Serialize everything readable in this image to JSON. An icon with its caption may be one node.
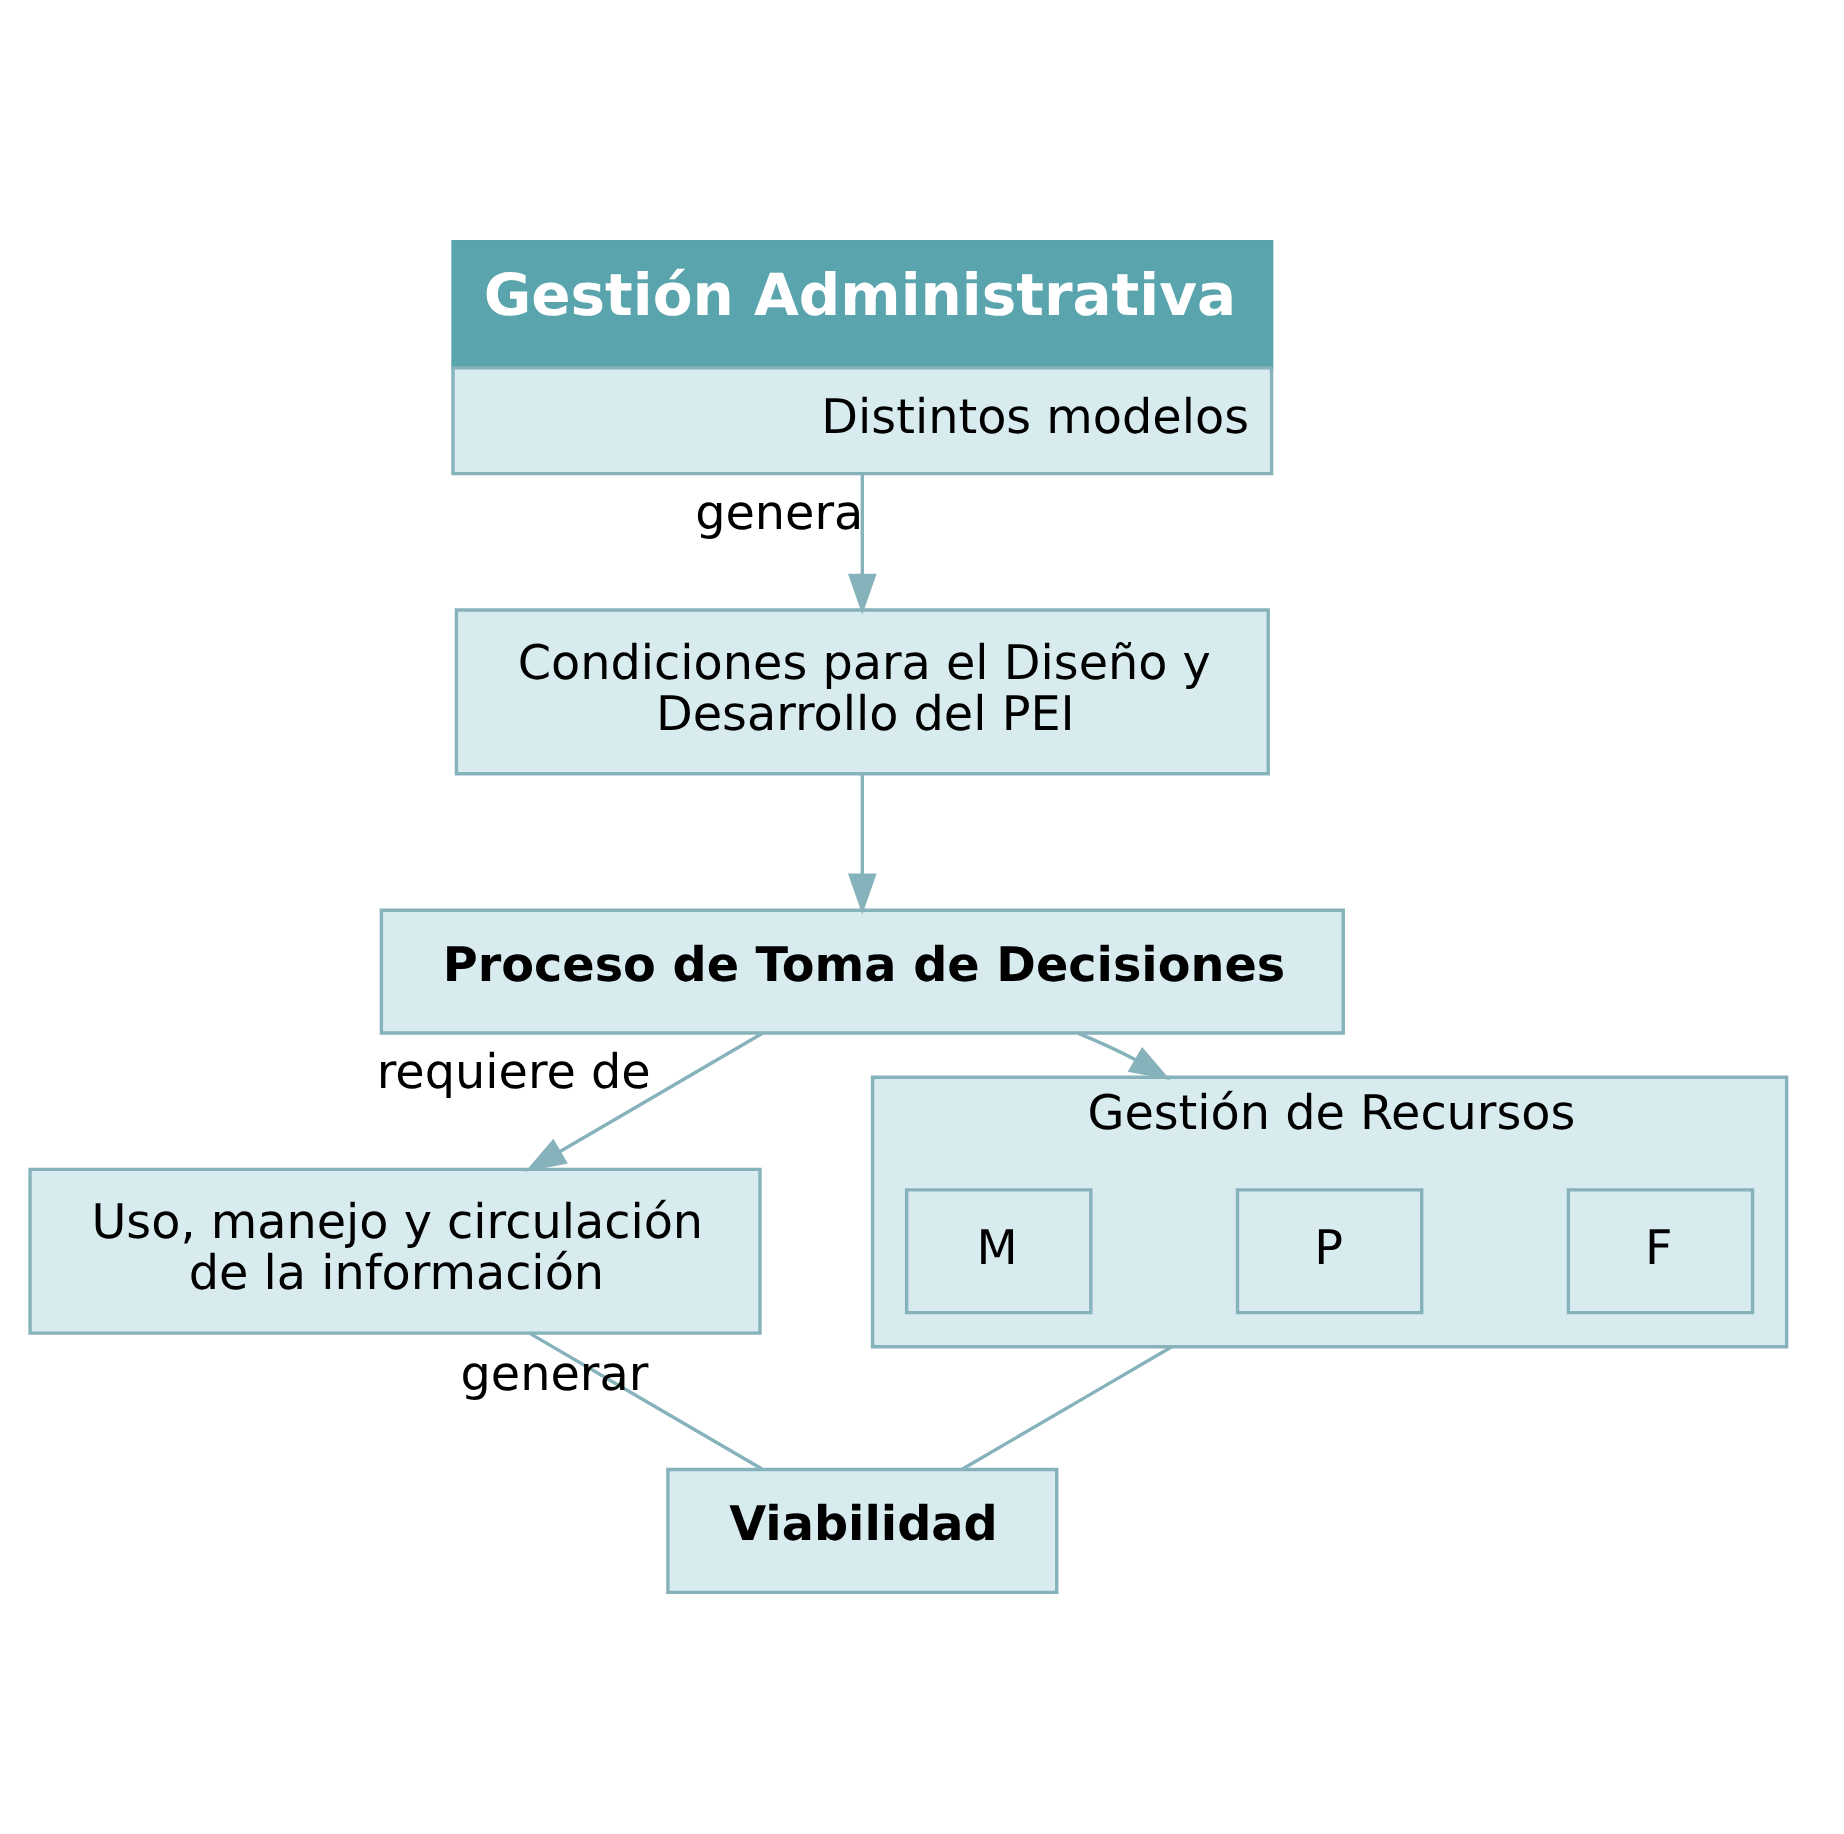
{
  "diagram": {
    "nodes": [
      {
        "text": [
          "Gestión Administrativa",
          "Distintos modelos"
        ]
      },
      {
        "text": [
          "Condiciones para el Diseño y Desarrollo del PEI"
        ]
      },
      {
        "text": [
          "Proceso de Toma de Decisiones"
        ]
      },
      {
        "text": [
          "Uso, manejo y circulación de la información"
        ]
      },
      {
        "text": [
          "Gestión de Recursos"
        ]
      },
      {
        "text": [
          "M"
        ],
        "in": 4
      },
      {
        "text": [
          "P"
        ],
        "in": 4
      },
      {
        "text": [
          "F"
        ],
        "in": 4
      },
      {
        "text": [
          "Viabilidad"
        ]
      }
    ],
    "edges": [
      {
        "from": 0,
        "to": 1,
        "arrow": "to",
        "label": "genera"
      },
      {
        "from": 1,
        "to": 2,
        "arrow": "to"
      },
      {
        "from": 2,
        "to": 3,
        "arrow": "to",
        "label": "requiere de"
      },
      {
        "from": 2,
        "to": 4,
        "arrow": "to"
      },
      {
        "from": 3,
        "to": 8,
        "arrow": "none",
        "label": "generar"
      },
      {
        "from": 4,
        "to": 8,
        "arrow": "none"
      }
    ]
  }
}
